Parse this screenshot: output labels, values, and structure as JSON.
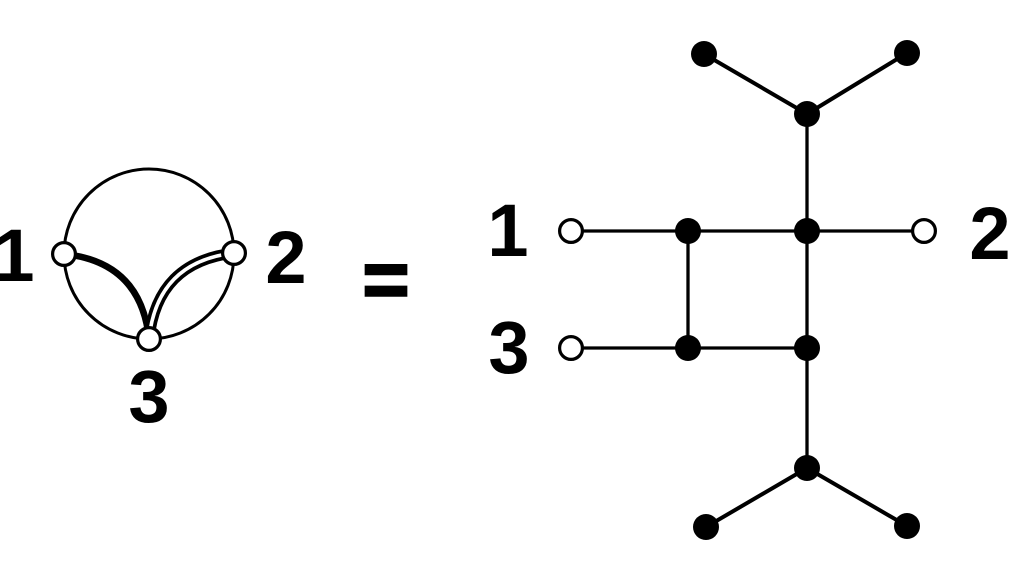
{
  "colors": {
    "ink": "#000000",
    "paper": "#ffffff"
  },
  "equation": {
    "equals_sign": "="
  },
  "left_graph": {
    "labels": {
      "v1": "1",
      "v2": "2",
      "v3": "3"
    }
  },
  "right_graph": {
    "labels": {
      "leg1": "1",
      "leg2": "2",
      "leg3": "3"
    }
  },
  "diagram_data": {
    "type": "graph-equation",
    "relation": "left graph equals expanded right graph",
    "left_graph": {
      "vertices": [
        {
          "label": "1",
          "style": "open-circle",
          "position": "left of circle"
        },
        {
          "label": "2",
          "style": "open-circle",
          "position": "right of circle"
        },
        {
          "label": "3",
          "style": "open-circle",
          "position": "bottom of circle"
        }
      ],
      "edges": [
        {
          "from": "1",
          "to": "2",
          "style": "outer-circle-arc",
          "multiplicity": 1
        },
        {
          "from": "1",
          "to": "3",
          "style": "outer-circle-arc",
          "multiplicity": 1
        },
        {
          "from": "3",
          "to": "2",
          "style": "outer-circle-arc",
          "multiplicity": 1
        },
        {
          "from": "1",
          "to": "3",
          "style": "thick-inner-arc",
          "multiplicity": 1
        },
        {
          "from": "3",
          "to": "2",
          "style": "double-inner-arc",
          "multiplicity": 2
        }
      ]
    },
    "right_graph": {
      "external_vertices": [
        {
          "label": "1",
          "style": "open-circle",
          "position": "left end of upper row"
        },
        {
          "label": "2",
          "style": "open-circle",
          "position": "right end of upper row"
        },
        {
          "label": "3",
          "style": "open-circle",
          "position": "left end of lower row"
        }
      ],
      "internal_vertices": {
        "style": "filled-dot",
        "count": 10
      },
      "edges": [
        "leg1 - square-top-left",
        "square-top-left - square-top-right",
        "square-top-right - leg2",
        "leg3 - square-bottom-left",
        "square-bottom-left - square-bottom-right",
        "square-top-left - square-bottom-left",
        "square-top-right - square-bottom-right",
        "square-top-right - top-junction",
        "square-bottom-right - bottom-junction",
        "top-junction - top-left-leaf",
        "top-junction - top-right-leaf",
        "bottom-junction - bottom-left-leaf",
        "bottom-junction - bottom-right-leaf"
      ]
    }
  }
}
